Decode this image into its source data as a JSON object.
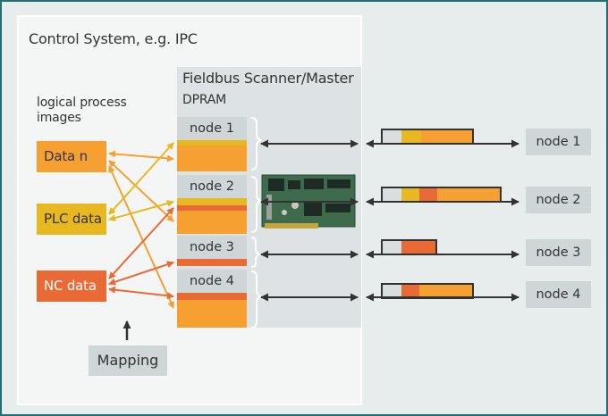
{
  "control_system_label": "Control System, e.g. IPC",
  "scanner_label": "Fieldbus Scanner/Master",
  "dpram_label": "DPRAM",
  "process_images_label_line1": "logical process",
  "process_images_label_line2": "images",
  "process_images": [
    {
      "label": "Data n",
      "color": "#f5a030"
    },
    {
      "label": "PLC data",
      "color": "#e8b820"
    },
    {
      "label": "NC data",
      "color": "#ea6a35"
    }
  ],
  "memory_nodes": [
    "node 1",
    "node 2",
    "node 3",
    "node 4"
  ],
  "bus_nodes": [
    "node 1",
    "node 2",
    "node 3",
    "node 4"
  ],
  "mapping_label": "Mapping",
  "colors": {
    "frame_border": "#1f6f73",
    "orange": "#f5a030",
    "yellow": "#e8b820",
    "red": "#ea6a35",
    "gray": "#cfd6d8"
  }
}
